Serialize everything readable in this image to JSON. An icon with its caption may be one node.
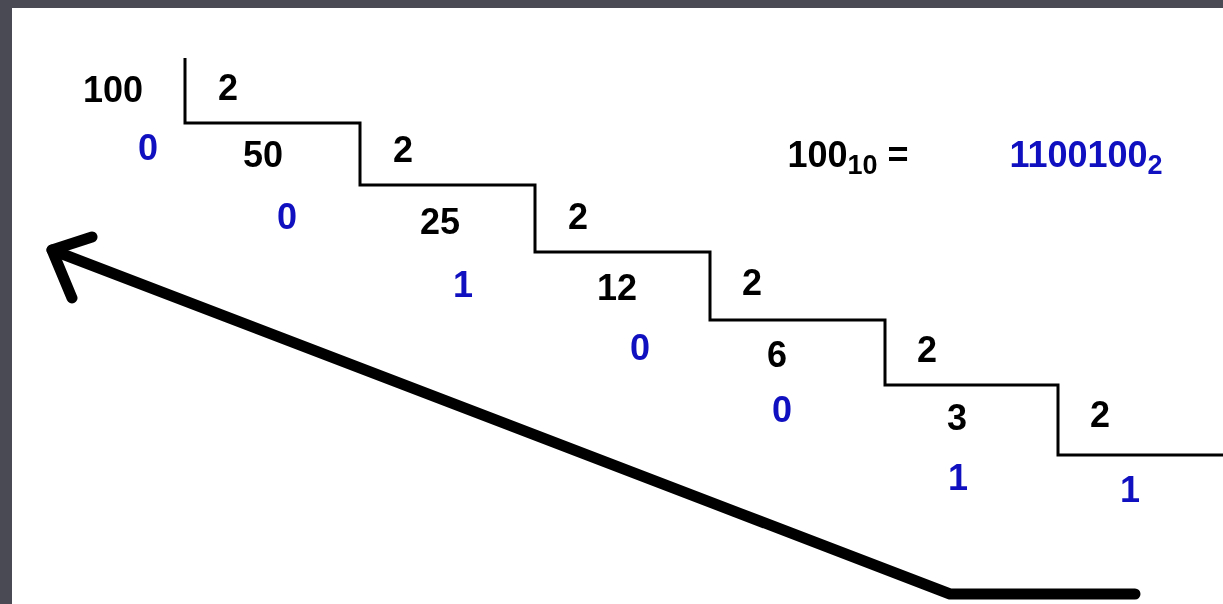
{
  "diagram": {
    "labels": [
      "100",
      "2",
      "0",
      "50",
      "2",
      "100$_{10}$ =",
      "1100100$_{2}$",
      "0",
      "25",
      "2",
      "1",
      "12",
      "2",
      "0",
      "6",
      "2",
      "0",
      "3",
      "2",
      "1",
      "1"
    ]
  }
}
